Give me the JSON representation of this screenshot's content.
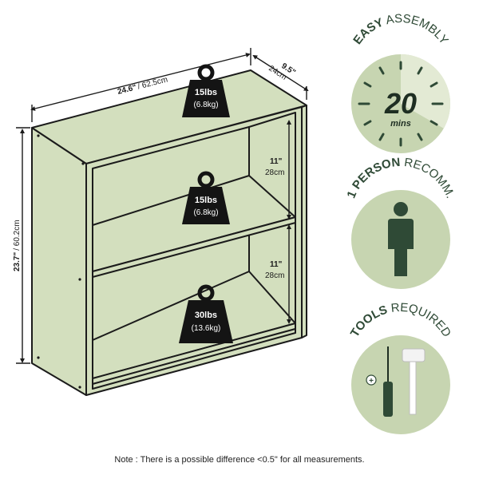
{
  "colors": {
    "shelf_fill": "#d3dfbe",
    "shelf_outline": "#1b1b1b",
    "badge_fill": "#c7d5b1",
    "badge_dark": "#2f4a36",
    "clock_light": "#e3ead4",
    "weight_fill": "#141414"
  },
  "dimensions": {
    "width_in": "24.6\"",
    "width_cm": "/ 62.5cm",
    "depth_in": "9.5\"",
    "depth_cm": "24cm",
    "height_in": "23.7\"",
    "height_cm": "/ 60.2cm",
    "shelf_gap_top_in": "11\"",
    "shelf_gap_top_cm": "28cm",
    "shelf_gap_bottom_in": "11\"",
    "shelf_gap_bottom_cm": "28cm"
  },
  "weights": {
    "top_lbs": "15lbs",
    "top_kg": "(6.8kg)",
    "middle_lbs": "15lbs",
    "middle_kg": "(6.8kg)",
    "bottom_lbs": "30lbs",
    "bottom_kg": "(13.6kg)"
  },
  "badges": {
    "assembly": {
      "title_bold": "EASY",
      "title_rest": "ASSEMBLY",
      "minutes": "20",
      "unit": "mins",
      "icon": "clock-icon",
      "fill_fraction": 0.333
    },
    "person": {
      "title_bold": "1 PERSON",
      "title_rest": "RECOMM.",
      "icon": "person-icon"
    },
    "tools": {
      "title_bold": "TOOLS",
      "title_rest": "REQUIRED",
      "icon": "screwdriver-hammer-icon"
    }
  },
  "note": "Note : There is a possible difference <0.5\" for all measurements."
}
